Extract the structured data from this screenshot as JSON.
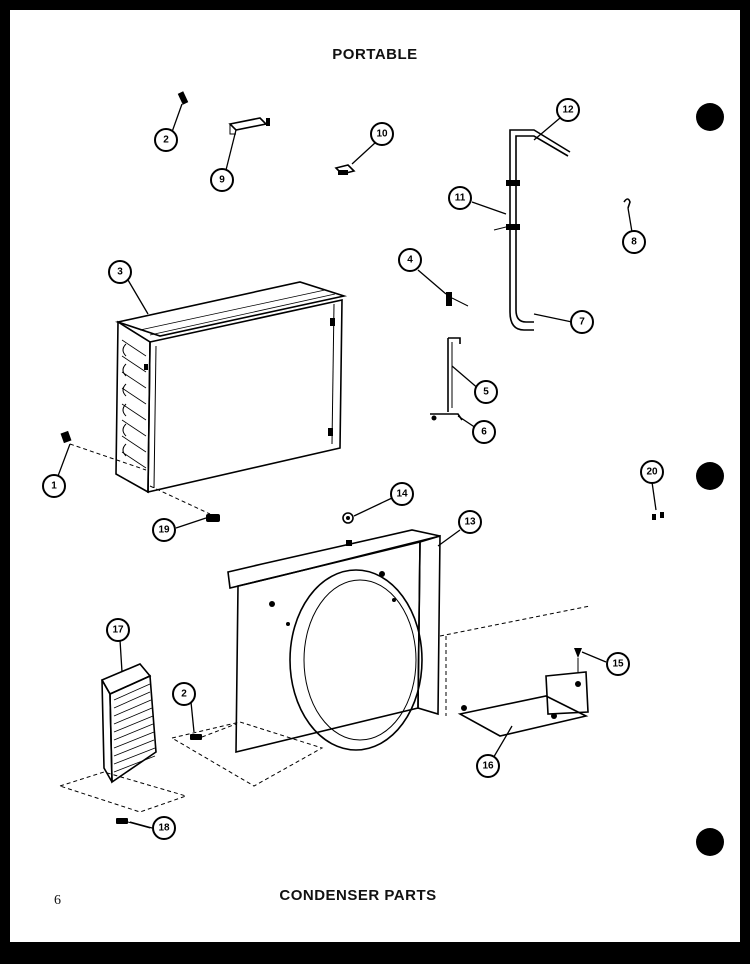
{
  "page": {
    "header": "PORTABLE",
    "footer_title": "CONDENSER PARTS",
    "page_number": "6"
  },
  "callouts": [
    {
      "id": "1",
      "label": "1"
    },
    {
      "id": "2a",
      "label": "2"
    },
    {
      "id": "2b",
      "label": "2"
    },
    {
      "id": "3",
      "label": "3"
    },
    {
      "id": "4",
      "label": "4"
    },
    {
      "id": "5",
      "label": "5"
    },
    {
      "id": "6",
      "label": "6"
    },
    {
      "id": "7",
      "label": "7"
    },
    {
      "id": "8",
      "label": "8"
    },
    {
      "id": "9",
      "label": "9"
    },
    {
      "id": "10",
      "label": "10"
    },
    {
      "id": "11",
      "label": "11"
    },
    {
      "id": "12",
      "label": "12"
    },
    {
      "id": "13",
      "label": "13"
    },
    {
      "id": "14",
      "label": "14"
    },
    {
      "id": "15",
      "label": "15"
    },
    {
      "id": "16",
      "label": "16"
    },
    {
      "id": "17",
      "label": "17"
    },
    {
      "id": "18",
      "label": "18"
    },
    {
      "id": "19",
      "label": "19"
    },
    {
      "id": "20",
      "label": "20"
    }
  ]
}
